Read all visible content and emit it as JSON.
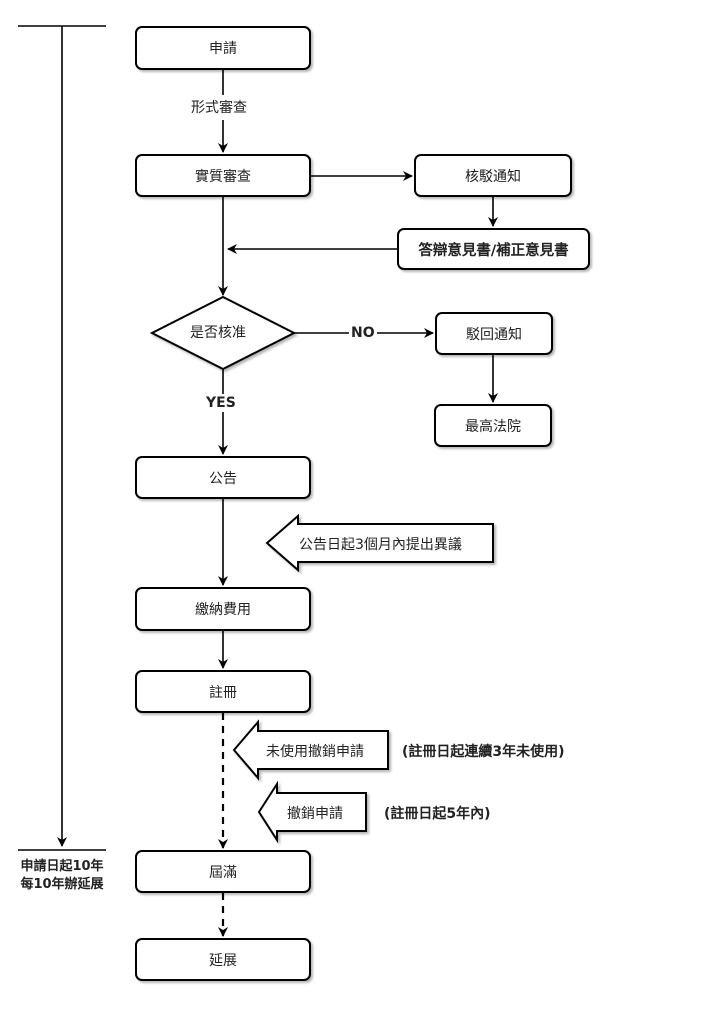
{
  "nodes": {
    "apply": "申請",
    "substantive_review": "實質審查",
    "rejection_notice": "核駁通知",
    "response": "答辯意見書/補正意見書",
    "decision": "是否核准",
    "dismissal_notice": "駁回通知",
    "supreme_court": "最高法院",
    "publication": "公告",
    "pay_fees": "繳納費用",
    "registration": "註冊",
    "expiry": "屆滿",
    "renewal": "延展"
  },
  "edge_labels": {
    "formal_review": "形式審查",
    "no": "NO",
    "yes": "YES"
  },
  "callouts": {
    "opposition": "公告日起3個月內提出異議",
    "non_use_revocation": "未使用撤銷申請",
    "revocation": "撤銷申請"
  },
  "notes": {
    "non_use_period": "(註冊日起連續3年未使用)",
    "revocation_period": "(註冊日起5年內)"
  },
  "timeline": {
    "line1": "申請日起10年",
    "line2": "每10年辦延展"
  }
}
